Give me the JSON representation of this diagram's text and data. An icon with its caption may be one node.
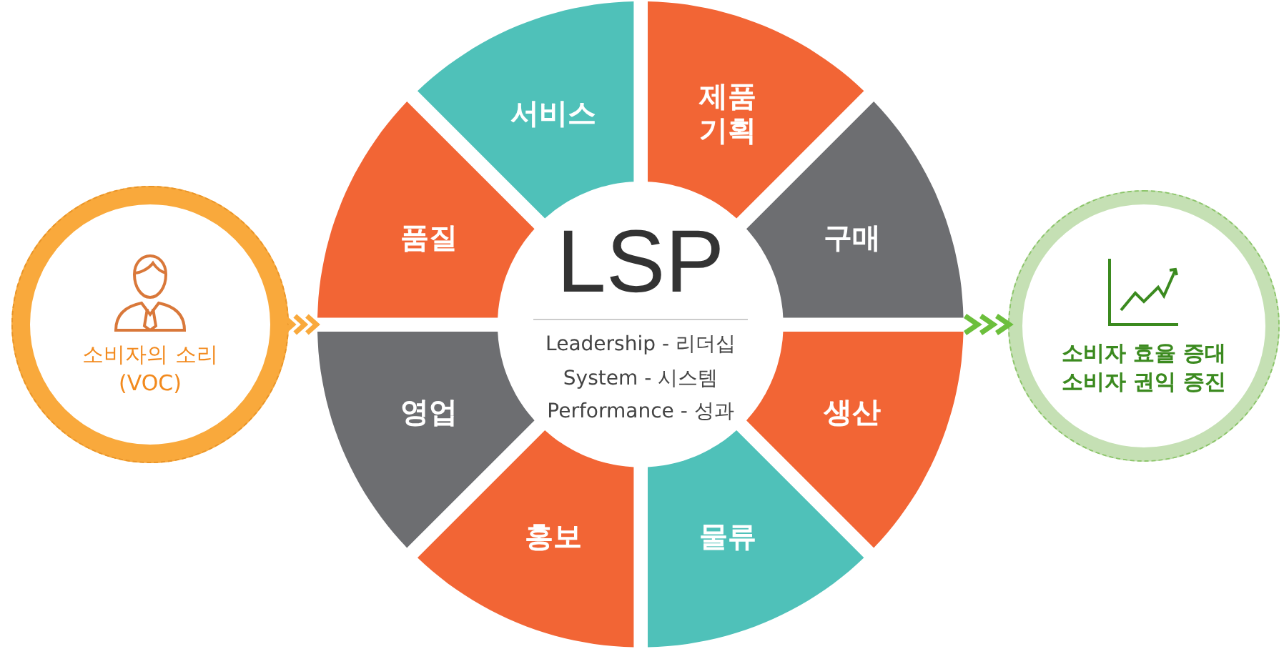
{
  "diagram": {
    "nodes": [
      {
        "text": [
          "소비자의 소리 (VOC)"
        ]
      },
      {
        "text": [],
        "shape": "circle"
      },
      {
        "text": [
          "LSP",
          "Leadership - 리더십",
          "System - 시스템",
          "Performance - 성과"
        ],
        "in": 1
      },
      {
        "text": [
          "서비스"
        ],
        "in": 1
      },
      {
        "text": [
          "제품 기획"
        ],
        "in": 1
      },
      {
        "text": [
          "구매"
        ],
        "in": 1
      },
      {
        "text": [
          "생산"
        ],
        "in": 1
      },
      {
        "text": [
          "물류"
        ],
        "in": 1
      },
      {
        "text": [
          "홍보"
        ],
        "in": 1
      },
      {
        "text": [
          "영업"
        ],
        "in": 1
      },
      {
        "text": [
          "품질"
        ],
        "in": 1
      },
      {
        "text": [
          "소비자 효율 증대 소비자 권익 증진"
        ]
      }
    ],
    "edges": [
      {
        "from": 0,
        "to": 1,
        "arrow": "to",
        "color": "#f9a93c"
      },
      {
        "from": 1,
        "to": 11,
        "arrow": "to",
        "color": "#6cbf3c"
      }
    ]
  }
}
